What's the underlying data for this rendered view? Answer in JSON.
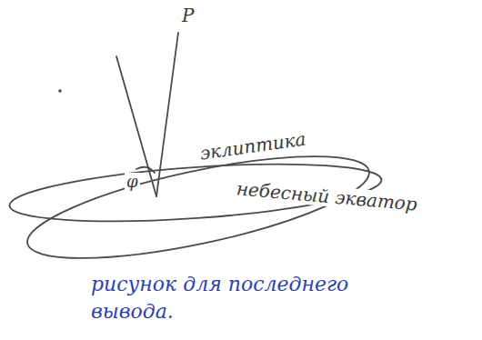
{
  "diagram": {
    "caption": "рисунок для последнего вывода.",
    "labels": [
      "P",
      "φ",
      "эклиптика",
      "небесный экватор"
    ]
  }
}
